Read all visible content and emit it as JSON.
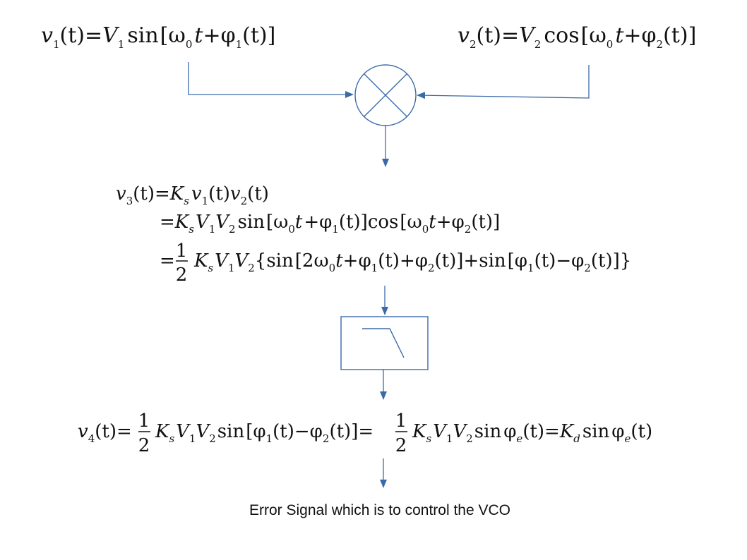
{
  "colors": {
    "line": "#3b6aa8",
    "text": "#111111",
    "background": "#ffffff"
  },
  "caption": "Error Signal which is to control the VCO",
  "eq_v1": {
    "lhs": "v",
    "lhs_sub": "1",
    "arg": "(t)=",
    "amp": "V",
    "amp_sub": "1",
    "fn": "sin",
    "open": "[",
    "omega": "ω",
    "omega_sub": "0",
    "t": "t",
    "plus": "+",
    "phi": "φ",
    "phi_sub": "1",
    "phi_arg": "(t)",
    "close": "]"
  },
  "eq_v2": {
    "lhs": "v",
    "lhs_sub": "2",
    "arg": "(t)=",
    "amp": "V",
    "amp_sub": "2",
    "fn": "cos",
    "open": "[",
    "omega": "ω",
    "omega_sub": "0",
    "t": "t",
    "plus": "+",
    "phi": "φ",
    "phi_sub": "2",
    "phi_arg": "(t)",
    "close": "]"
  },
  "eq_v3": {
    "line1": {
      "lhs": "v",
      "lhs_sub": "3",
      "rest": "(t)=",
      "K": "K",
      "K_sub": "s",
      "va": "v",
      "va_sub": "1",
      "va_arg": "(t)",
      "vb": "v",
      "vb_sub": "2",
      "vb_arg": "(t)"
    },
    "line2": {
      "eq": "=",
      "K": "K",
      "K_sub": "s",
      "V1": "V",
      "V1_sub": "1",
      "V2": "V",
      "V2_sub": "2",
      "sin": "sin",
      "open1": "[",
      "omega": "ω",
      "omega_sub": "0",
      "t": "t",
      "plus": "+",
      "phi1": "φ",
      "phi1_sub": "1",
      "phi1_arg": "(t)",
      "close1": "]",
      "cos": "cos",
      "open2": "[",
      "omega2": "ω",
      "omega2_sub": "0",
      "t2": "t",
      "plus2": "+",
      "phi2": "φ",
      "phi2_sub": "2",
      "phi2_arg": "(t)",
      "close2": "]"
    },
    "line3": {
      "eq": "=",
      "num": "1",
      "den": "2",
      "K": "K",
      "K_sub": "s",
      "V1": "V",
      "V1_sub": "1",
      "V2": "V",
      "V2_sub": "2",
      "brace_open": "{",
      "sin1": "sin",
      "open1": "[",
      "two": "2",
      "omega": "ω",
      "omega_sub": "0",
      "t": "t",
      "plus1": "+",
      "phi1": "φ",
      "phi1_sub": "1",
      "phi1_arg": "(t)",
      "plus2": "+",
      "phi2": "φ",
      "phi2_sub": "2",
      "phi2_arg": "(t)",
      "close1": "]",
      "plus3": "+",
      "sin2": "sin",
      "open2": "[",
      "phi3": "φ",
      "phi3_sub": "1",
      "phi3_arg": "(t)",
      "minus": "−",
      "phi4": "φ",
      "phi4_sub": "2",
      "phi4_arg": "(t)",
      "close2": "]",
      "brace_close": "}"
    }
  },
  "eq_v4": {
    "lhs": "v",
    "lhs_sub": "4",
    "arg": "(t)=",
    "num": "1",
    "den": "2",
    "K": "K",
    "K_sub": "s",
    "V1": "V",
    "V1_sub": "1",
    "V2": "V",
    "V2_sub": "2",
    "sin": "sin",
    "open": "[",
    "phi1": "φ",
    "phi1_sub": "1",
    "phi1_arg": "(t)",
    "minus": "−",
    "phi2": "φ",
    "phi2_sub": "2",
    "phi2_arg": "(t)",
    "close": "]",
    "eq2": "=",
    "num2": "1",
    "den2": "2",
    "K2": "K",
    "K2_sub": "s",
    "V3": "V",
    "V3_sub": "1",
    "V4": "V",
    "V4_sub": "2",
    "sin2": "sin",
    "phie": "φ",
    "phie_sub": "e",
    "phie_arg": "(t)=",
    "Kd": "K",
    "Kd_sub": "d",
    "sin3": "sin",
    "phie2": "φ",
    "phie2_sub": "e",
    "phie2_arg": "(t)"
  }
}
